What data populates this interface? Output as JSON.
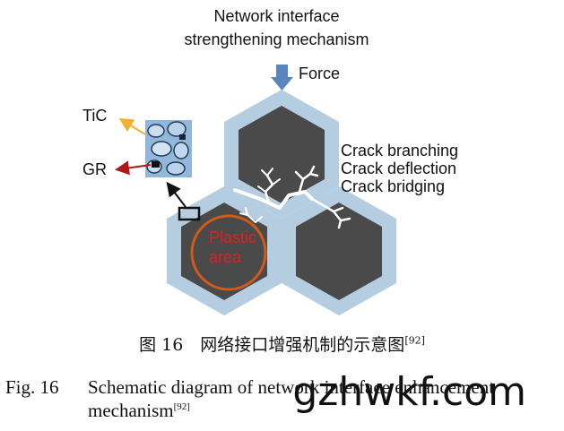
{
  "diagram": {
    "title_line1": "Network interface",
    "title_line2": "strengthening mechanism",
    "force_label": "Force",
    "crack_labels": [
      "Crack branching",
      "Crack deflection",
      "Crack bridging"
    ],
    "tic_label": "TiC",
    "gr_label": "GR",
    "plastic_label_line1": "Plastic",
    "plastic_label_line2": "area",
    "colors": {
      "hex_border": "#b5cde0",
      "hex_core": "#4a4a4a",
      "force_arrow": "#5a86bf",
      "plastic": "#d05a1c",
      "plastic_text": "#e02020",
      "tic_arrow": "#f0b030",
      "gr_arrow": "#b01818"
    }
  },
  "caption": {
    "cn_text": "图 16　网络接口增强机制的示意图",
    "cn_ref": "[92]",
    "en_prefix": "Fig. 16",
    "en_line1": "Schematic diagram of network interface enhancement",
    "en_line2": "mechanism",
    "en_ref": "[92]"
  },
  "watermark": "gzhwkf.com"
}
